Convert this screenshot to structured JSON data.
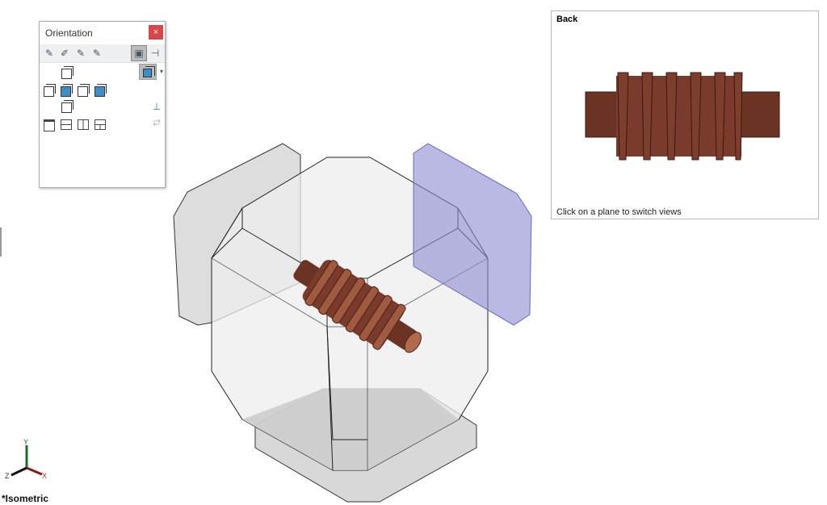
{
  "orientation_panel": {
    "title": "Orientation",
    "close_label": "×",
    "toolbar_icons": [
      "new-view-icon",
      "update-view-icon",
      "save-view-icon",
      "reset-view-icon",
      "view-selector-icon",
      "pin-icon"
    ],
    "standard_views": [
      "top",
      "left",
      "front",
      "right",
      "back",
      "bottom",
      "isometric"
    ],
    "viewport_layouts": [
      "single-view",
      "two-view-horizontal",
      "two-view-vertical",
      "four-view"
    ]
  },
  "preview": {
    "title": "Back",
    "hint": "Click on a plane to switch views"
  },
  "triad": {
    "x": "X",
    "y": "Y",
    "z": "Z"
  },
  "view_name": "*Isometric",
  "colors": {
    "plane_selected": "#9a9ad8",
    "part": "#7a3b2c",
    "close": "#d9464a"
  }
}
